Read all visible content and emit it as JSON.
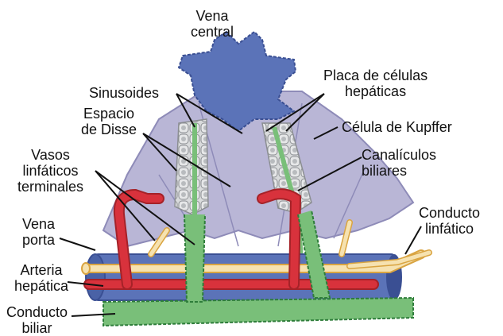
{
  "labels": {
    "vena_central": [
      "Vena",
      "central"
    ],
    "sinusoides": "Sinusoides",
    "espacio_disse": [
      "Espacio",
      "de Disse"
    ],
    "vasos_linfaticos": [
      "Vasos",
      "linfáticos",
      "terminales"
    ],
    "vena_porta": [
      "Vena",
      "porta"
    ],
    "arteria_hepatica": [
      "Arteria",
      "hepática"
    ],
    "conducto_biliar": [
      "Conducto",
      "biliar"
    ],
    "placa_celulas": [
      "Placa de células",
      "hepáticas"
    ],
    "celula_kupffer": "Célula de Kupffer",
    "canaliculos": [
      "Canalículos",
      "biliares"
    ],
    "conducto_linfatico": [
      "Conducto",
      "linfático"
    ]
  },
  "colors": {
    "vein": "#5b73b8",
    "vein_dark": "#3a4f93",
    "sinusoid": "#b9b6d6",
    "hepatocyte": "#d8dadb",
    "artery": "#d8323c",
    "bile": "#79bf79",
    "bile_dash": "#2e7d3a",
    "lymph": "#f6e2b0",
    "lymph_edge": "#d9a441"
  }
}
